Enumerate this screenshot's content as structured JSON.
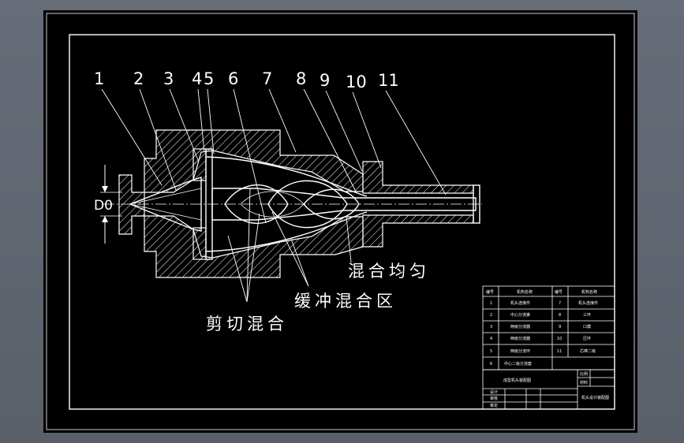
{
  "drawing": {
    "part_numbers": [
      "1",
      "2",
      "3",
      "4",
      "5",
      "6",
      "7",
      "8",
      "9",
      "10",
      "11"
    ],
    "dimension_label": "D0",
    "annotations": {
      "uniform_mixing": "混合均匀",
      "buffer_mixing_zone": "缓冲混合区",
      "shear_mixing": "剪切混合"
    },
    "colors": {
      "background": "#000000",
      "lines": "#ffffff",
      "frame": "#5c636e"
    }
  },
  "bom_table": {
    "headers": [
      "编号",
      "机构名称",
      "编号",
      "机构名称"
    ],
    "rows": [
      [
        "1",
        "机头连接件",
        "7",
        "机头连接件"
      ],
      [
        "2",
        "中心分流锥",
        "8",
        "三环"
      ],
      [
        "3",
        "两级分流器",
        "9",
        "口模"
      ],
      [
        "4",
        "两级分流器",
        "10",
        "压环"
      ],
      [
        "5",
        "两级分流环",
        "11",
        "芯棒二级"
      ],
      [
        "6",
        "中心二级分流套",
        "",
        ""
      ]
    ]
  },
  "title_block": {
    "drawing_name": "成型机头装配图",
    "fields": [
      {
        "label": "设计",
        "value": ""
      },
      {
        "label": "审核",
        "value": ""
      },
      {
        "label": "审定",
        "value": ""
      }
    ],
    "right_labels": [
      "比例",
      "材料"
    ],
    "company": "机头设计装配图"
  }
}
